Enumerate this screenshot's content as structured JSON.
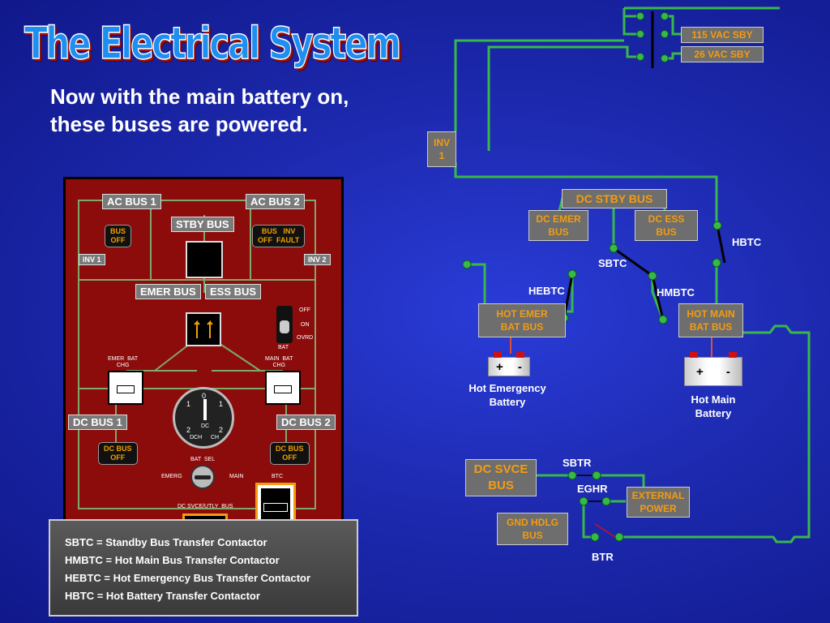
{
  "slide": {
    "title": "The Electrical System",
    "subtitle": "Now with the main battery on, these buses are powered."
  },
  "panel": {
    "labels": {
      "ac_bus_1": "AC BUS 1",
      "ac_bus_2": "AC BUS 2",
      "stby_bus": "STBY BUS",
      "inv_1": "INV 1",
      "inv_2": "INV 2",
      "emer_bus": "EMER BUS",
      "ess_bus": "ESS BUS",
      "dc_bus_1": "DC BUS 1",
      "dc_bus_2": "DC BUS 2"
    },
    "annunciators": {
      "bus_off": "BUS\nOFF",
      "bus_inv_fault": "BUS   INV\nOFF  FAULT",
      "dc_bus_off_1": "DC BUS\nOFF",
      "dc_bus_off_2": "DC BUS\nOFF"
    },
    "small_text": {
      "emer_bat_chg": "EMER  BAT\nCHG",
      "main_bat_chg": "MAIN  BAT\nCHG",
      "bat_switch_off": "OFF",
      "bat_switch_on": "ON",
      "bat_switch_ovrd": "OVRD",
      "bat_switch_label": "BAT",
      "bat_sel": "BAT  SEL",
      "emerg": "EMERG",
      "main": "MAIN",
      "btc": "BTC",
      "dc_svce_utly_bus": "DC SVCE/UTLY  BUS"
    },
    "gauge": {
      "zero": "0",
      "one_left": "1",
      "one_right": "1",
      "two_left": "2",
      "two_right": "2",
      "dc": "DC",
      "dch": "DCH",
      "ch": "CH"
    }
  },
  "legend": [
    "SBTC = Standby Bus Transfer Contactor",
    "HMBTC = Hot Main Bus Transfer Contactor",
    "HEBTC = Hot Emergency Bus Transfer Contactor",
    "HBTC = Hot Battery Transfer Contactor"
  ],
  "diagram": {
    "buses": {
      "vac115": "115 VAC SBY",
      "vac26": "26 VAC SBY",
      "inv1": "INV\n1",
      "dc_stby": "DC STBY BUS",
      "dc_emer": "DC EMER\nBUS",
      "dc_ess": "DC ESS\nBUS",
      "hot_emer": "HOT EMER\nBAT BUS",
      "hot_main": "HOT MAIN\nBAT BUS",
      "dc_svce": "DC SVCE\nBUS",
      "external_power": "EXTERNAL\nPOWER",
      "gnd_hdlg": "GND HDLG\nBUS"
    },
    "contactors": {
      "hbtc": "HBTC",
      "sbtc": "SBTC",
      "hebtc": "HEBTC",
      "hmbtc": "HMBTC",
      "sbtr": "SBTR",
      "eghr": "EGHR",
      "btr": "BTR"
    },
    "batteries": {
      "hot_emergency_label": "Hot Emergency\nBattery",
      "hot_main_label": "Hot Main\nBattery",
      "plus": "+",
      "minus": "-"
    },
    "colors": {
      "wire": "#38b84a",
      "label_text": "#f39c12",
      "label_bg": "#6e6e6e",
      "panel": "#8c0c0c"
    }
  }
}
